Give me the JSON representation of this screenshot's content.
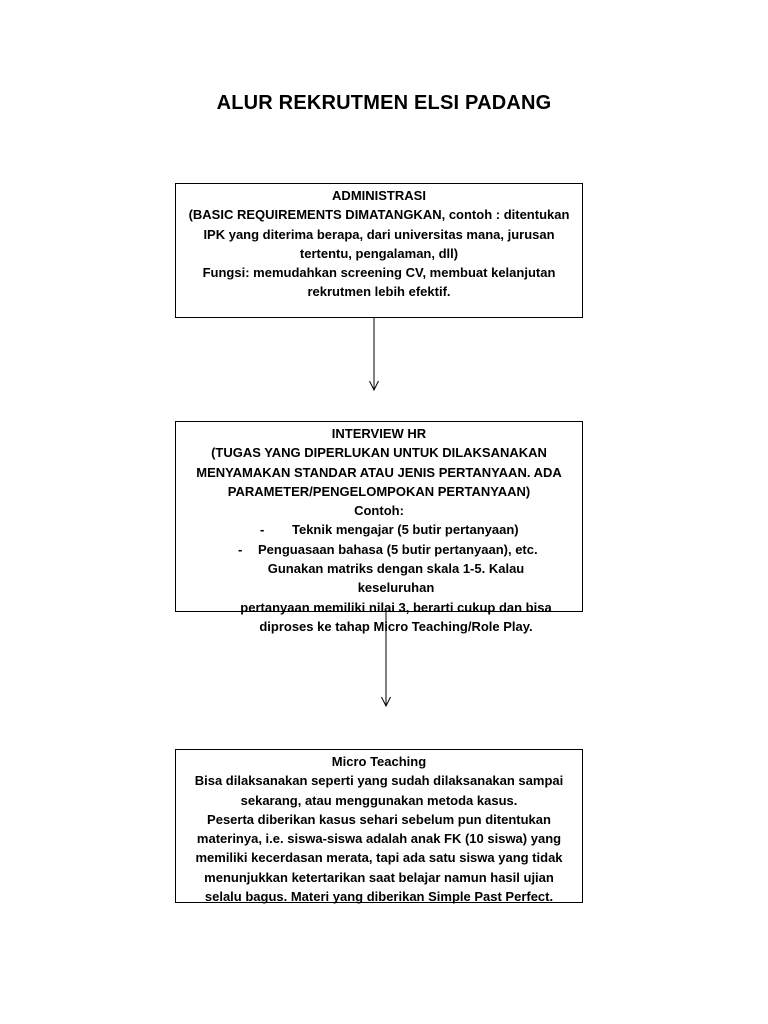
{
  "title": "ALUR REKRUTMEN ELSI PADANG",
  "steps": [
    {
      "heading": "ADMINISTRASI",
      "lines": [
        "(BASIC REQUIREMENTS DIMATANGKAN, contoh : ditentukan",
        "IPK yang diterima berapa, dari universitas mana, jurusan",
        "tertentu, pengalaman, dll)",
        "Fungsi: memudahkan screening CV, membuat kelanjutan",
        "rekrutmen lebih efektif."
      ]
    },
    {
      "heading": "INTERVIEW HR",
      "lines": [
        "(TUGAS YANG DIPERLUKAN UNTUK DILAKSANAKAN",
        "MENYAMAKAN STANDAR ATAU JENIS PERTANYAAN. ADA",
        "PARAMETER/PENGELOMPOKAN PERTANYAAN)",
        "Contoh:"
      ],
      "bullets": [
        "Teknik mengajar (5 butir pertanyaan)",
        "Penguasaan bahasa (5 butir pertanyaan), etc."
      ],
      "bullet_marker": "-",
      "closing_lines": [
        "Gunakan matriks dengan skala 1-5. Kalau keseluruhan",
        "pertanyaan memiliki nilai 3, berarti cukup dan bisa",
        "diproses ke tahap Micro Teaching/Role Play."
      ]
    },
    {
      "heading": "Micro Teaching",
      "lines": [
        "Bisa dilaksanakan seperti yang sudah dilaksanakan sampai",
        "sekarang, atau menggunakan metoda kasus.",
        "Peserta diberikan kasus sehari sebelum pun ditentukan",
        "materinya, i.e. siswa-siswa adalah anak FK (10 siswa) yang",
        "memiliki kecerdasan merata, tapi ada satu siswa yang tidak",
        "menunjukkan ketertarikan saat belajar namun hasil ujian",
        "selalu bagus. Materi yang diberikan Simple Past Perfect."
      ]
    }
  ]
}
